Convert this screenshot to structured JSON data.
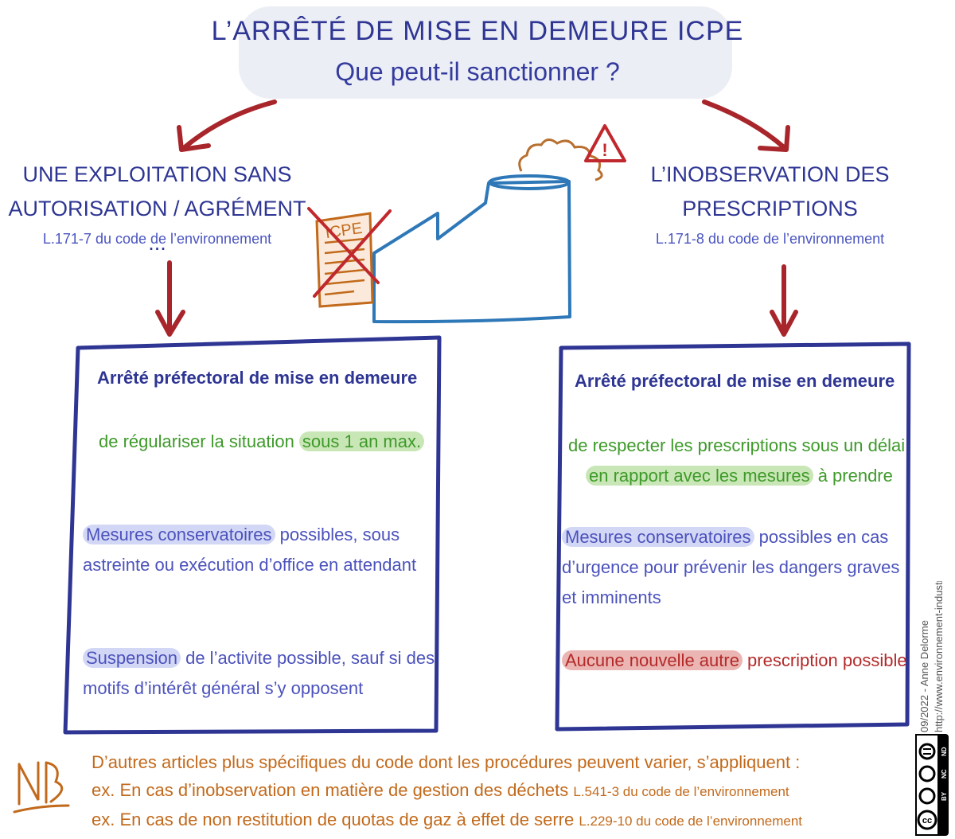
{
  "title": "L’ARRÊTÉ DE MISE EN DEMEURE ICPE",
  "subtitle": "Que peut-il sanctionner ?",
  "left": {
    "heading_line1": "UNE EXPLOITATION SANS",
    "heading_line2": "AUTORISATION / AGRÉMENT ...",
    "ref": "L.171-7 du code de l’environnement",
    "box": {
      "title": "Arrêté préfectoral de mise en demeure",
      "p1_text": "de régulariser la situation ",
      "p1_highlight": "sous 1 an max.",
      "p2_highlight": "Mesures conservatoires",
      "p2_text_line1": " possibles, sous",
      "p2_text_line2": "astreinte ou exécution d’office en attendant",
      "p3_highlight": "Suspension",
      "p3_text_line1": " de l’activite possible, sauf si des",
      "p3_text_line2": "motifs d’intérêt général s’y opposent"
    }
  },
  "right": {
    "heading_line1": "L’INOBSERVATION DES",
    "heading_line2": "PRESCRIPTIONS",
    "ref": "L.171-8 du code de l’environnement",
    "box": {
      "title": "Arrêté préfectoral de mise en demeure",
      "p1_line1": "de respecter les prescriptions sous un délai",
      "p1_highlight": "en rapport avec les mesures",
      "p1_text_after": " à prendre",
      "p2_highlight": "Mesures conservatoires",
      "p2_text_line1": " possibles en cas",
      "p2_text_line2": "d’urgence pour prévenir les dangers graves",
      "p2_text_line3": "et imminents",
      "p3_highlight": "Aucune nouvelle autre",
      "p3_text": " prescription possible"
    }
  },
  "illustration": {
    "doc_label": "ICPE",
    "warning_glyph": "!"
  },
  "nb": {
    "mark": "NB",
    "line1": "D’autres articles plus spécifiques du code dont les procédures peuvent varier, s’appliquent :",
    "line2_text": "ex. En cas d’inobservation en matière de gestion des déchets ",
    "line2_ref": "L.541-3 du code de l’environnement",
    "line3_text": "ex. En cas de non restitution de quotas de gaz à effet de serre ",
    "line3_ref": "L.229-10 du code de l’environnement"
  },
  "credit": {
    "author": "09/2022 - Anne Delorme",
    "url": "http://www.environnement-industriel.fr"
  },
  "license": {
    "cc": "cc",
    "by": "BY",
    "nc": "NC",
    "nd": "ND"
  },
  "colors": {
    "navy": "#2e3593",
    "arrow_red": "#a8262b",
    "green": "#3e9a2a",
    "brown": "#c26a1c"
  }
}
